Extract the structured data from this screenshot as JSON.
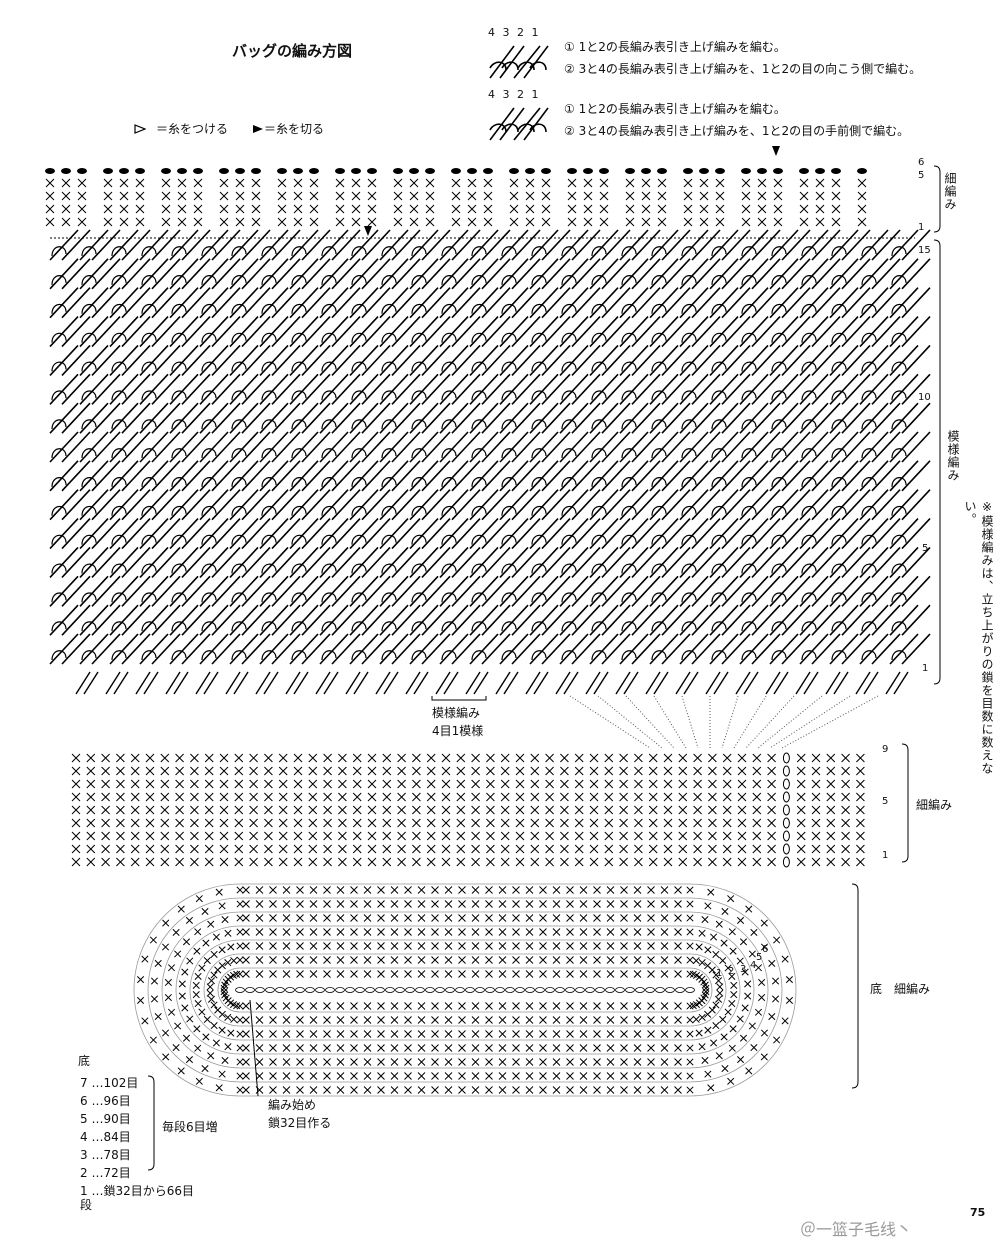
{
  "title": "バッグの編み方図",
  "legend_attach": "＝糸をつける",
  "legend_cut": "＝糸を切る",
  "cross_front_numbers": "4 3 2 1",
  "cross_front_step1": "① 1と2の長編み表引き上げ編みを編む。",
  "cross_front_step2": "② 3と4の長編み表引き上げ編みを、1と2の目の向こう側で編む。",
  "cross_back_numbers": "4 3 2 1",
  "cross_back_step1": "① 1と2の長編み表引き上げ編みを編む。",
  "cross_back_step2": "② 3と4の長編み表引き上げ編みを、1と2の目の手前側で編む。",
  "top_section": {
    "label": "細編み",
    "rows": [
      "6",
      "5",
      "1"
    ]
  },
  "pattern_section": {
    "label": "模様編み",
    "note": "※模様編みは、立ち上がりの鎖を目数に数えない。",
    "rows": [
      "15",
      "10",
      "5",
      "1"
    ],
    "repeat_label_1": "模様編み",
    "repeat_label_2": "4目1模様"
  },
  "sc_section": {
    "label": "細編み",
    "rows": [
      "9",
      "5",
      "1"
    ]
  },
  "base_section": {
    "label": "底　細編み",
    "round_numbers": [
      "1",
      "2",
      "3",
      "4",
      "5",
      "6"
    ],
    "start_label_1": "編み始め",
    "start_label_2": "鎖32目作る"
  },
  "base_table": {
    "heading": "底",
    "rows": [
      "7 …102目",
      "6 …96目",
      "5 …90目",
      "4 …84目",
      "3 …78目",
      "2 …72目",
      "1 …鎖32目から66目"
    ],
    "increase_note": "毎段6目増",
    "footer": "段"
  },
  "page_number": "75",
  "watermark": "＠一篮子毛线丶"
}
